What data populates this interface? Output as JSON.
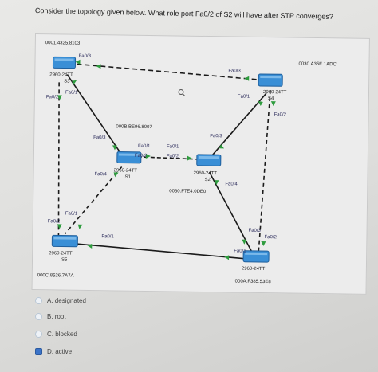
{
  "question": "Consider the topology given below. What role port Fa0/2 of S2 will have after STP converges?",
  "topology": {
    "macs": {
      "top_left": "0001.4325.8103",
      "top_right": "0030.A35E.1ADC",
      "center_s1": "000B.BE96.8007",
      "center_s2": "0060.F7E4.0DE0",
      "bottom_left": "000C.8526.7A7A",
      "bottom_right": "000A.F385.53E8"
    },
    "switches": {
      "top_left_model": "2960-24TT",
      "top_left_name": "S3",
      "top_right_model": "2960-24TT",
      "top_right_name": "S4",
      "s1_model": "2960-24TT",
      "s1_name": "S1",
      "s2_model": "2960-24TT",
      "s2_name": "S2",
      "bottom_left_model": "2960-24TT",
      "bottom_left_name": "S5",
      "bottom_right_model": "2960-24TT",
      "bottom_right_name": ""
    },
    "ports": {
      "tl_fa03": "Fa0/3",
      "tl_fa01": "Fa0/1",
      "tl_fa02": "Fa0/2",
      "tr_fa03": "Fa0/3",
      "tr_fa01": "Fa0/1",
      "tr_fa02": "Fa0/2",
      "s1_fa03": "Fa0/3",
      "s1_fa01": "Fa0/1",
      "s1_fa02": "Fa0/2",
      "s1_fa04": "Fa0/4",
      "s2_fa01": "Fa0/1",
      "s2_fa02": "Fa0/2",
      "s2_fa03": "Fa0/3",
      "s2_fa04": "Fa0/4",
      "bl_fa01": "Fa0/1",
      "bl_fa02": "Fa0/2",
      "bl_fa01b": "Fa0/1",
      "br_fa03": "Fa0/3",
      "br_fa02": "Fa0/2",
      "br_fa01": "Fa0/1"
    }
  },
  "options": [
    {
      "letter": "A.",
      "label": "designated",
      "selected": false
    },
    {
      "letter": "B.",
      "label": "root",
      "selected": false
    },
    {
      "letter": "C.",
      "label": "blocked",
      "selected": false
    },
    {
      "letter": "D.",
      "label": "active",
      "selected": true
    }
  ],
  "colors": {
    "switch": "#3a8fd6",
    "link_green": "#2e9c3e",
    "link_line": "#1a1a1a",
    "selected_radio": "#3b73c8"
  }
}
